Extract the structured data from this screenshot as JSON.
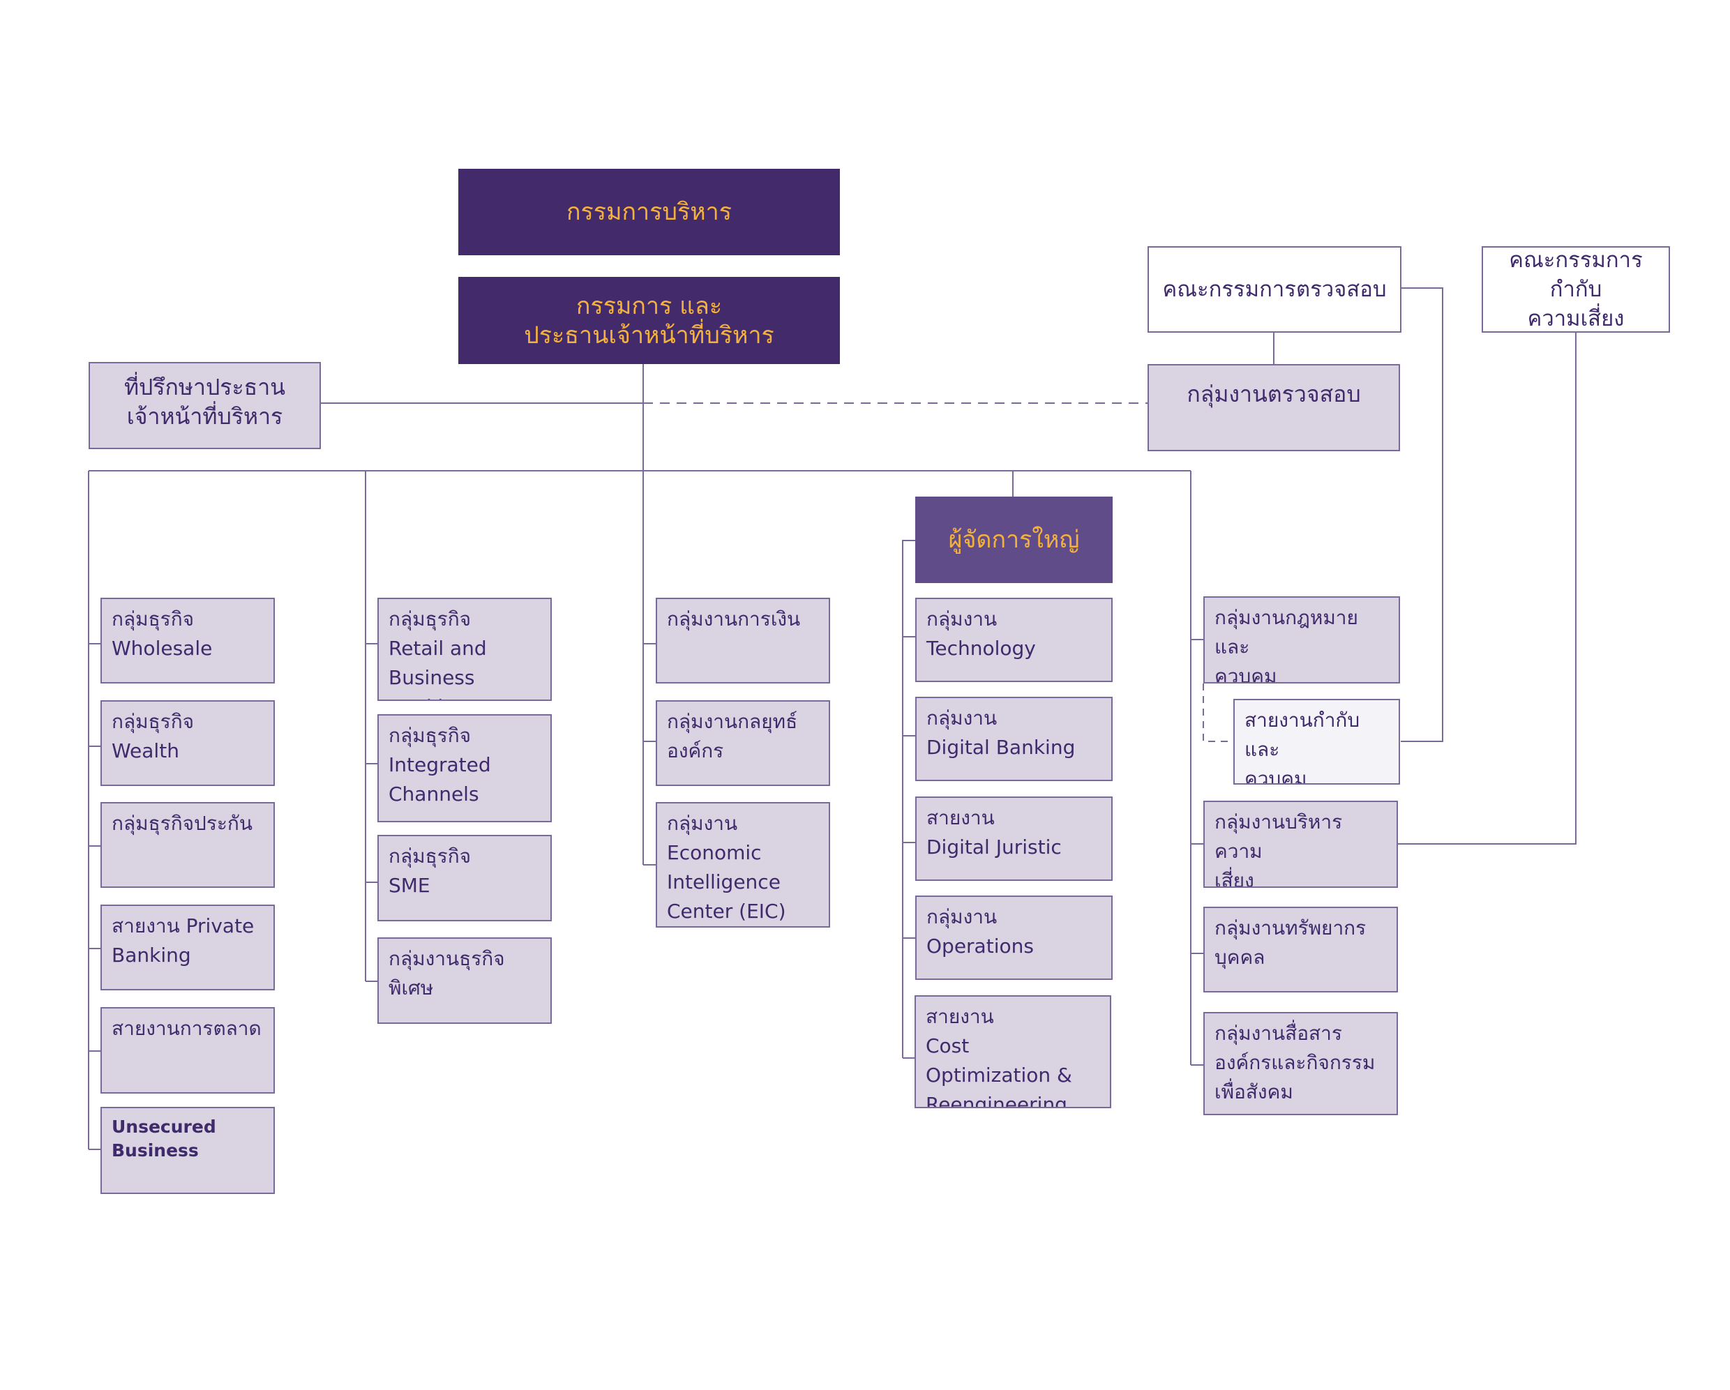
{
  "colors": {
    "executive": "#432b6b",
    "president": "#614c8a",
    "unit_fill": "#d9d3e2",
    "line": "#7a6a9a",
    "title_text": "#f5b13d",
    "unit_text": "#3f2a6b"
  },
  "top": {
    "board": "กรรมการบริหาร",
    "ceo": "กรรมการ และ\nประธานเจ้าหน้าที่บริหาร",
    "advisor": "ที่ปรึกษาประธาน\nเจ้าหน้าที่บริหาร",
    "audit_committee": "คณะกรรมการตรวจสอบ",
    "risk_committee": "คณะกรรมการกำกับ\nความเสี่ยง",
    "audit_group": "กลุ่มงานตรวจสอบ",
    "president": "ผู้จัดการใหญ่"
  },
  "columns": {
    "col1": [
      "กลุ่มธุรกิจ\nWholesale",
      "กลุ่มธุรกิจ\nWealth",
      "กลุ่มธุรกิจประกัน",
      "สายงาน Private\nBanking",
      "สายงานการตลาด",
      "Unsecured\nBusiness"
    ],
    "col2": [
      "กลุ่มธุรกิจ\nRetail and\nBusiness Banking",
      "กลุ่มธุรกิจ\nIntegrated\nChannels",
      "กลุ่มธุรกิจ\nSME",
      "กลุ่มงานธุรกิจ\nพิเศษ"
    ],
    "col3": [
      "กลุ่มงานการเงิน",
      "กลุ่มงานกลยุทธ์\nองค์กร",
      "กลุ่มงาน\nEconomic\nIntelligence\nCenter (EIC)"
    ],
    "col4": [
      "กลุ่มงาน\nTechnology",
      "กลุ่มงาน\nDigital Banking",
      "สายงาน\nDigital Juristic",
      "กลุ่มงาน\nOperations",
      "สายงาน\nCost Optimization &\nReengineering"
    ],
    "col5": [
      "กลุ่มงานกฎหมายและ\nควบคุม",
      "สายงานกำกับและ\nควบคุม",
      "กลุ่มงานบริหารความ\nเสี่ยง",
      "กลุ่มงานทรัพยากร\nบุคคล",
      "กลุ่มงานสื่อสาร\nองค์กรและกิจกรรม\nเพื่อสังคม"
    ]
  }
}
